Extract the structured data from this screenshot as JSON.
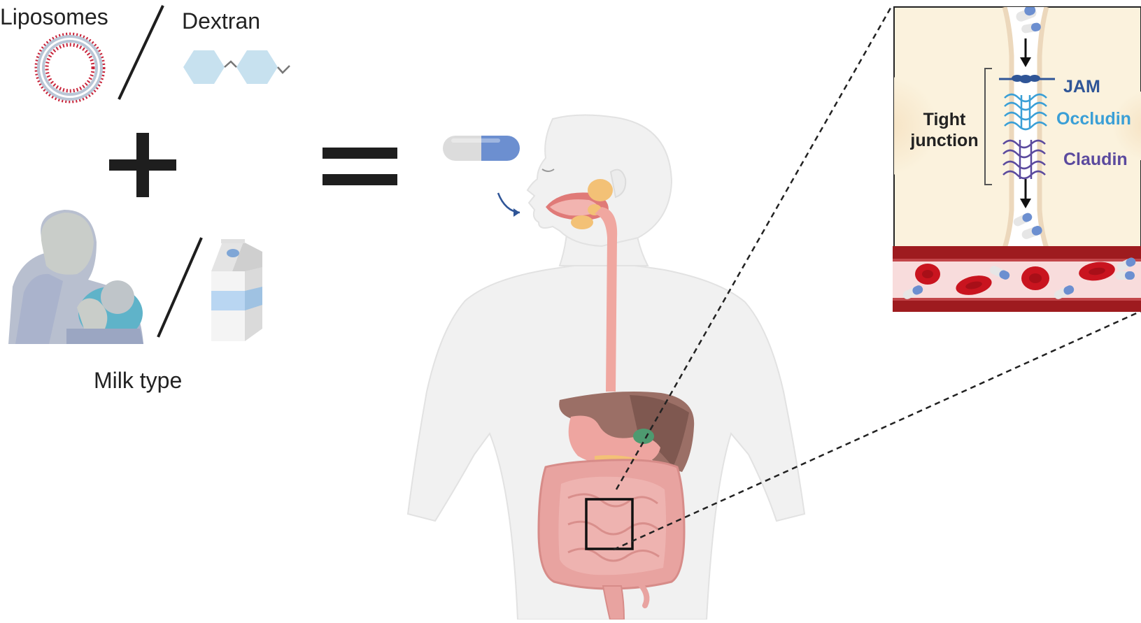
{
  "labels": {
    "liposomes": "Liposomes",
    "dextran": "Dextran",
    "milk_type": "Milk type",
    "tight_junction_line1": "Tight",
    "tight_junction_line2": "junction",
    "jam": "JAM",
    "occludin": "Occludin",
    "claudin": "Claudin"
  },
  "colors": {
    "jam": "#2f5597",
    "occludin": "#3a9fd6",
    "claudin": "#5b4a9e",
    "capsule_blue": "#6c8fd0",
    "capsule_grey": "#dcdcdc",
    "blood_cell": "#c9141f",
    "vessel_wall": "#9e1b1f",
    "epithelium": "#fbf2dd",
    "body": "#f1f1f1",
    "intestine": "#e8a3a0"
  },
  "icons": [
    "liposome-icon",
    "dextran-icon",
    "plus-icon",
    "equals-icon",
    "breastfeeding-icon",
    "milk-carton-icon",
    "capsule-icon",
    "human-digestive-icon",
    "tight-junction-panel"
  ]
}
